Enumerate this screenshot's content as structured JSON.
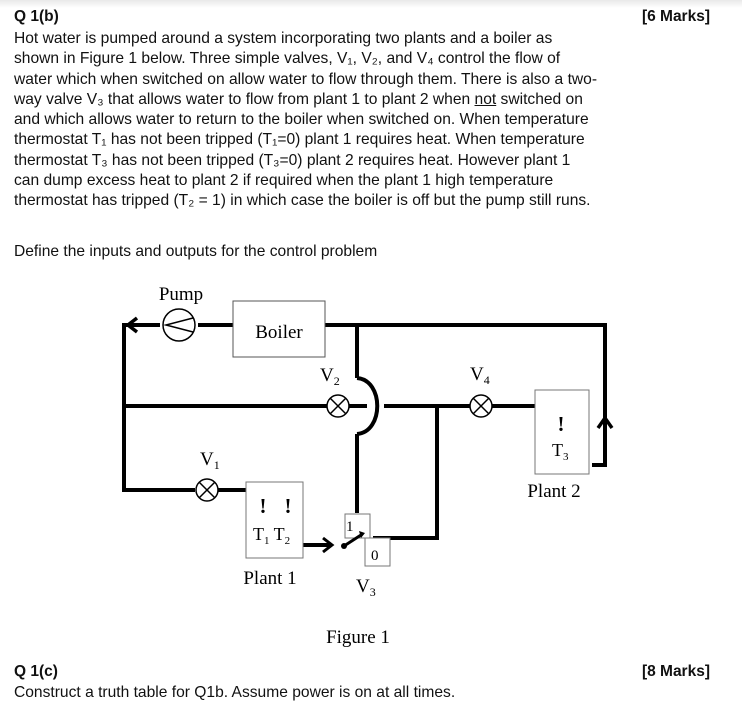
{
  "q1b": {
    "label": "Q 1(b)",
    "marks": "[6 Marks]",
    "lines": [
      "Hot water is pumped around a system incorporating two plants and a boiler as",
      "shown in Figure 1 below. Three simple valves, V₁, V₂, and V₄ control the flow of",
      "water which when switched on allow water to flow through them. There is also a two-",
      [
        "way valve V₃ that allows water to flow from plant 1 to plant 2 when ",
        "not",
        " switched on"
      ],
      "and which allows water to return to the boiler when switched on.  When temperature",
      "thermostat T₁ has not been tripped (T₁=0) plant 1 requires heat.  When temperature",
      "thermostat T₃ has not been tripped (T₃=0) plant 2 requires heat.  However plant 1",
      "can dump excess heat to plant 2 if required when the plant 1 high temperature",
      "thermostat has tripped (T₂ = 1) in which case the boiler is off but the pump still runs."
    ],
    "prompt": "Define the inputs and outputs for the control problem"
  },
  "figure": {
    "pump_label": "Pump",
    "boiler_label": "Boiler",
    "v1": "V1",
    "v2": "V2",
    "v3": "V3",
    "v4": "V4",
    "plant1_label": "Plant 1",
    "plant2_label": "Plant 2",
    "t1": "T1",
    "t2": "T2",
    "t3": "T3",
    "alert": "!",
    "v3_on": "1",
    "v3_off": "0",
    "caption": "Figure 1"
  },
  "q1c": {
    "label": "Q 1(c)",
    "marks": "[8 Marks]",
    "text": "Construct a truth table for  Q1b. Assume power is on at all times."
  }
}
